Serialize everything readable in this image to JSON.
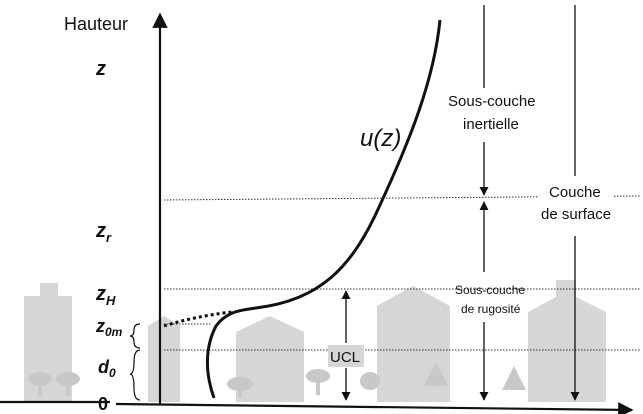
{
  "axis": {
    "y_title": "Hauteur"
  },
  "levels": {
    "z": "z",
    "zr": {
      "base": "z",
      "sub": "r"
    },
    "zH": {
      "base": "z",
      "sub": "H"
    },
    "z0m": {
      "base": "z",
      "sub": "0m"
    },
    "d0": {
      "base": "d",
      "sub": "0"
    },
    "origin": "0"
  },
  "curve_label": "u(z)",
  "layers": {
    "inertial_line1": "Sous-couche",
    "inertial_line2": "inertielle",
    "surface_line1": "Couche",
    "surface_line2": "de surface",
    "roughness_line1": "Sous-couche",
    "roughness_line2": "de rugosité",
    "ucl": "UCL"
  }
}
